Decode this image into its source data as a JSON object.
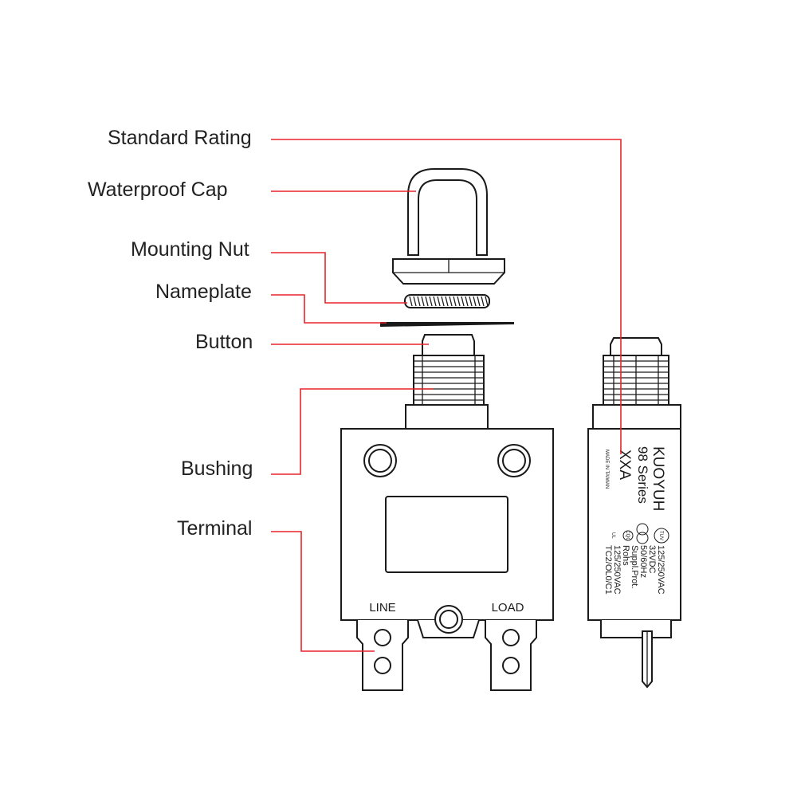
{
  "labels": {
    "standard_rating": "Standard Rating",
    "waterproof_cap": "Waterproof Cap",
    "mounting_nut": "Mounting Nut",
    "nameplate": "Nameplate",
    "button": "Button",
    "bushing": "Bushing",
    "terminal": "Terminal"
  },
  "front_view": {
    "line_label": "LINE",
    "load_label": "LOAD"
  },
  "side_view": {
    "brand": "KUOYUH",
    "series": "98 Series",
    "model": "XXA",
    "origin": "MADE IN TAIWAN",
    "rating_ac": "125/250VAC",
    "rating_dc": "32VDC",
    "frequency": "50/60Hz",
    "supp_prot": "Suppl.Prot.",
    "rohs": "Rohs",
    "rating_ac_2": "125/250VAC",
    "class_code": "TC2/OL0/C1",
    "cert_marks": [
      "TUV",
      "CE",
      "CQC",
      "UL"
    ]
  },
  "colors": {
    "leader": "#e8232a",
    "outline": "#1a1a1a",
    "label": "#222222"
  }
}
